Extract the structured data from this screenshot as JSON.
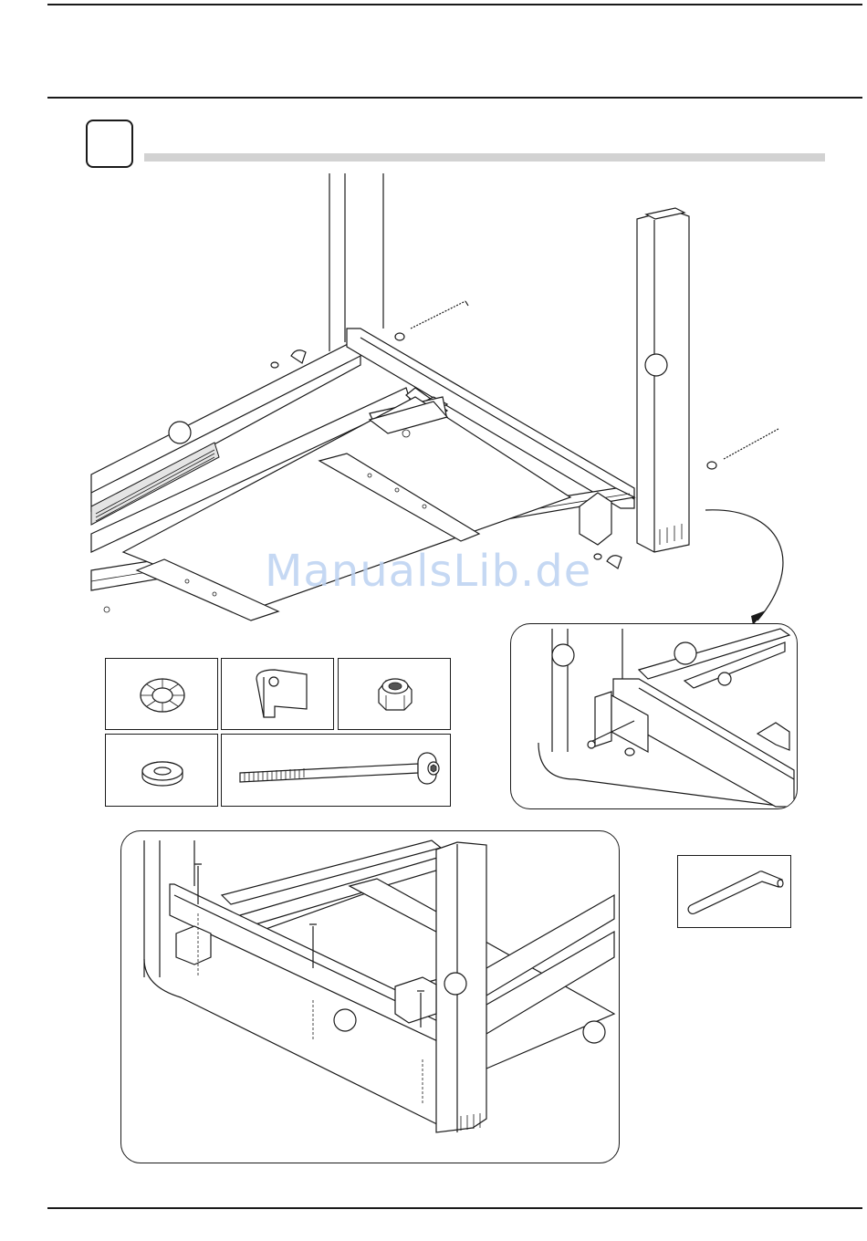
{
  "page": {
    "watermark": "ManualsLib.de",
    "step_number": "",
    "callouts": [
      "",
      "",
      "",
      "",
      "",
      "",
      ""
    ]
  },
  "colors": {
    "line": "#1a1a1a",
    "step_bar": "#d2d2d2",
    "watermark": "#bcd2f2"
  },
  "parts": [
    {
      "name": "serrated-lock-washer",
      "icon": "lock-washer-icon"
    },
    {
      "name": "bracket-clip",
      "icon": "clip-icon"
    },
    {
      "name": "lock-nut",
      "icon": "hex-nut-icon"
    },
    {
      "name": "flat-washer",
      "icon": "flat-washer-icon"
    },
    {
      "name": "socket-head-bolt",
      "icon": "bolt-icon"
    }
  ],
  "tools": [
    {
      "name": "allen-key",
      "icon": "allen-key-icon"
    }
  ]
}
